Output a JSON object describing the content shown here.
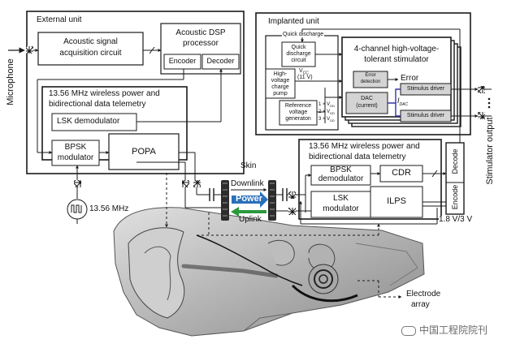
{
  "external_unit": {
    "title": "External unit",
    "acq_line1": "Acoustic signal",
    "acq_line2": "acquisition circuit",
    "dsp_line1": "Acoustic DSP",
    "dsp_line2": "processor",
    "encoder": "Encoder",
    "decoder": "Decoder",
    "telemetry_line1": "13.56 MHz wireless power and",
    "telemetry_line2": "bidirectional data telemetry",
    "lsk_demod": "LSK demodulator",
    "bpsk_line1": "BPSK",
    "bpsk_line2": "modulator",
    "popa": "POPA"
  },
  "microphone": "Microphone",
  "clock": "13.56 MHz",
  "skin": "Skin",
  "downlink": "Downlink",
  "power": "Power",
  "uplink": "Uplink",
  "implanted_unit": {
    "title": "Implanted unit",
    "quick_discharge": "Quick discharge",
    "qd_line1": "Quick",
    "qd_line2": "discharge",
    "qd_line3": "circuit",
    "vcc_label": "V",
    "vcc_sub": "CC",
    "vcc_value": "(11 V)",
    "hv_line1": "High-",
    "hv_line2": "voltage",
    "hv_line3": "charge",
    "hv_line4": "pump",
    "ref_line1": "Reference",
    "ref_line2": "voltage",
    "ref_line3": "generaton",
    "mult1": "1 × V",
    "mult2": "2 × V",
    "mult3": "3 × V",
    "mult_sub": "DD",
    "stim_line1": "4-channel high-voltage-",
    "stim_line2": "tolerant stimulator",
    "err_line1": "Error",
    "err_line2": "detection",
    "error": "Error",
    "dac_line1": "DAC",
    "dac_line2": "(current)",
    "idac": "I",
    "idac_sub": "DAC",
    "driver1": "Stimulus driver",
    "driver2": "Stimulus driver",
    "telemetry_line1": "13.56 MHz wireless power and",
    "telemetry_line2": "bidirectional data telemetry",
    "bpsk_line1": "BPSK",
    "bpsk_line2": "demodulator",
    "cdr": "CDR",
    "lsk_line1": "LSK",
    "lsk_line2": "modulator",
    "ilps": "ILPS",
    "encode": "Encode",
    "decode": "Decode",
    "supply": "1.8 V/3 V"
  },
  "stimulator_output": "Stimulator output",
  "electrode_line1": "Electrode",
  "electrode_line2": "array",
  "watermark": "中国工程院院刊",
  "colors": {
    "power_arrow": "#2a6fb8",
    "uplink_arrow": "#2a9a3c",
    "idac_line": "#3434a8",
    "line": "#1a1a1a"
  }
}
